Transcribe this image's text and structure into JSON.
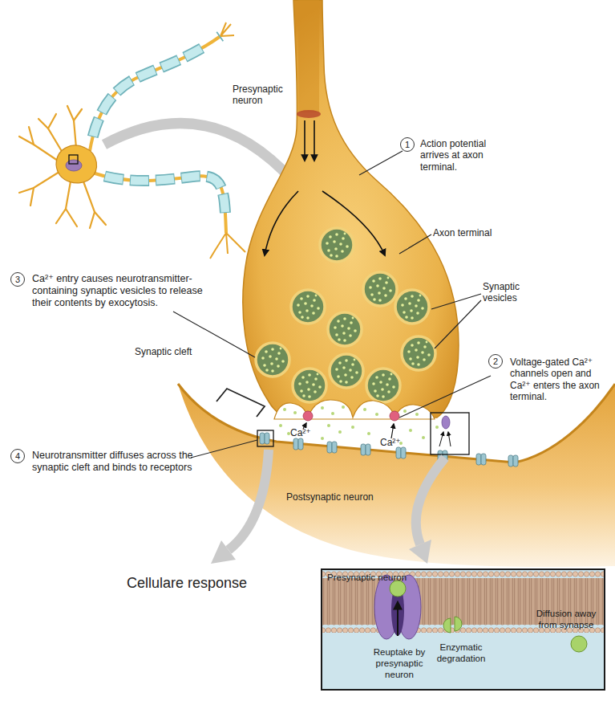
{
  "diagram": {
    "nodes": [
      {
        "text": [
          "Presynaptic neuron",
          "Reuptake by presynaptic neuron",
          "Enzymatic degradation",
          "Diffusion away from synapse"
        ]
      }
    ],
    "labels": [
      "Presynaptic neuron",
      "1",
      "Action potential arrives at axon terminal.",
      "Axon terminal",
      "Synaptic vesicles",
      "3",
      "Ca²⁺ entry causes neurotransmitter-containing synaptic vesicles to release their contents by exocytosis.",
      "Synaptic cleft",
      "2",
      "Voltage-gated Ca²⁺ channels open and Ca²⁺ enters the axon terminal.",
      "4",
      "Neurotransmitter diffuses across the synaptic cleft and binds to receptors",
      "Ca²⁺",
      "Ca²⁺",
      "Postsynaptic neuron",
      "Cellulare response"
    ]
  }
}
